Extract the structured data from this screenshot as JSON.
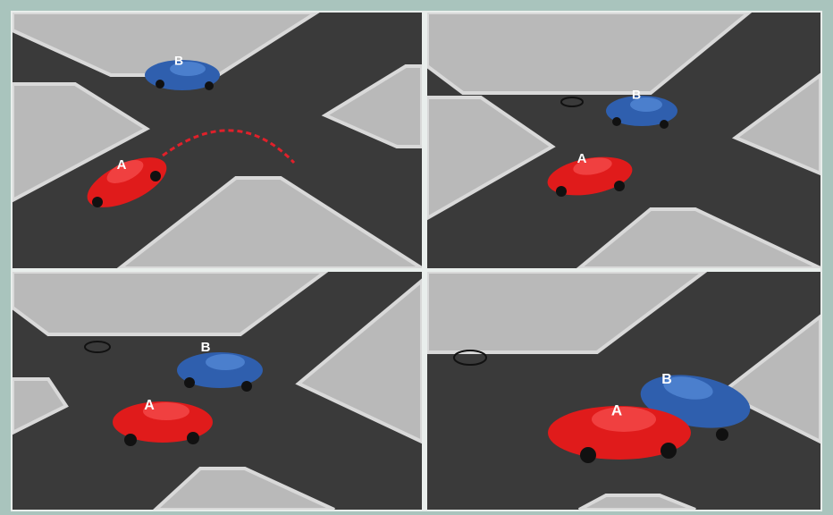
{
  "panels": [
    {
      "id": "frame-1",
      "car_a": {
        "label": "A"
      },
      "car_b": {
        "label": "B"
      },
      "shows_trajectory": true
    },
    {
      "id": "frame-2",
      "car_a": {
        "label": "A"
      },
      "car_b": {
        "label": "B"
      },
      "shows_trajectory": false
    },
    {
      "id": "frame-3",
      "car_a": {
        "label": "A"
      },
      "car_b": {
        "label": "B"
      },
      "shows_trajectory": false
    },
    {
      "id": "frame-4",
      "car_a": {
        "label": "A"
      },
      "car_b": {
        "label": "B"
      },
      "shows_trajectory": false
    }
  ],
  "colors": {
    "background": "#a9c4bd",
    "road": "#3a3a3a",
    "sidewalk": "#b9b9b9",
    "curb": "#d9d9d9",
    "car_a": "#e01b1b",
    "car_b": "#2f5fae",
    "trajectory": "#e0202a",
    "label": "#ffffff"
  }
}
